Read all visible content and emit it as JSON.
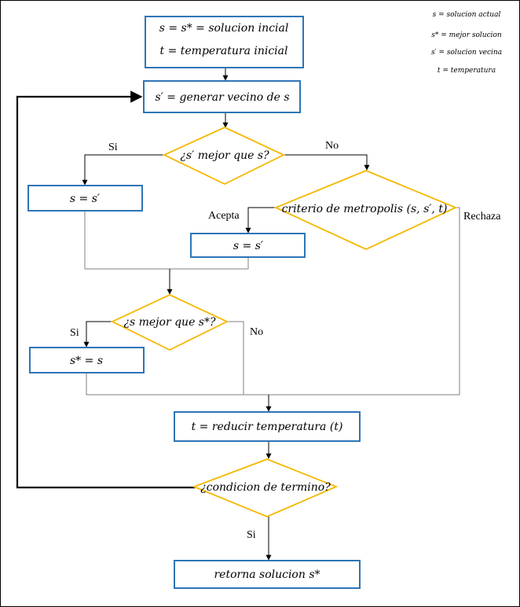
{
  "legend": [
    "s = solucion actual",
    "s* = mejor solucion",
    "s′ = solucion vecina",
    "t = temperatura"
  ],
  "nodes": {
    "init_line1": "s = s* = solucion incial",
    "init_line2": "t = temperatura inicial",
    "neighbor": "s′ = generar vecino de s",
    "decision_better": "¿s′ mejor que s?",
    "assign_yes": "s = s′",
    "metropolis": "criterio de metropolis (s, s′, t)",
    "assign_accept": "s = s′",
    "decision_best": "¿s mejor que s*?",
    "assign_best": "s* = s",
    "reduce_temp": "t = reducir temperatura (t)",
    "termination": "¿condicion de termino?",
    "return": "retorna solucion s*"
  },
  "edge_labels": {
    "better_yes": "Si",
    "better_no": "No",
    "metro_accept": "Acepta",
    "metro_reject": "Rechaza",
    "best_yes": "Si",
    "best_no": "No",
    "term_yes": "Si"
  },
  "colors": {
    "process_border": "#2e75b6",
    "decision_border": "#f5b800",
    "connector": "#808080",
    "loop_back": "#000000"
  }
}
